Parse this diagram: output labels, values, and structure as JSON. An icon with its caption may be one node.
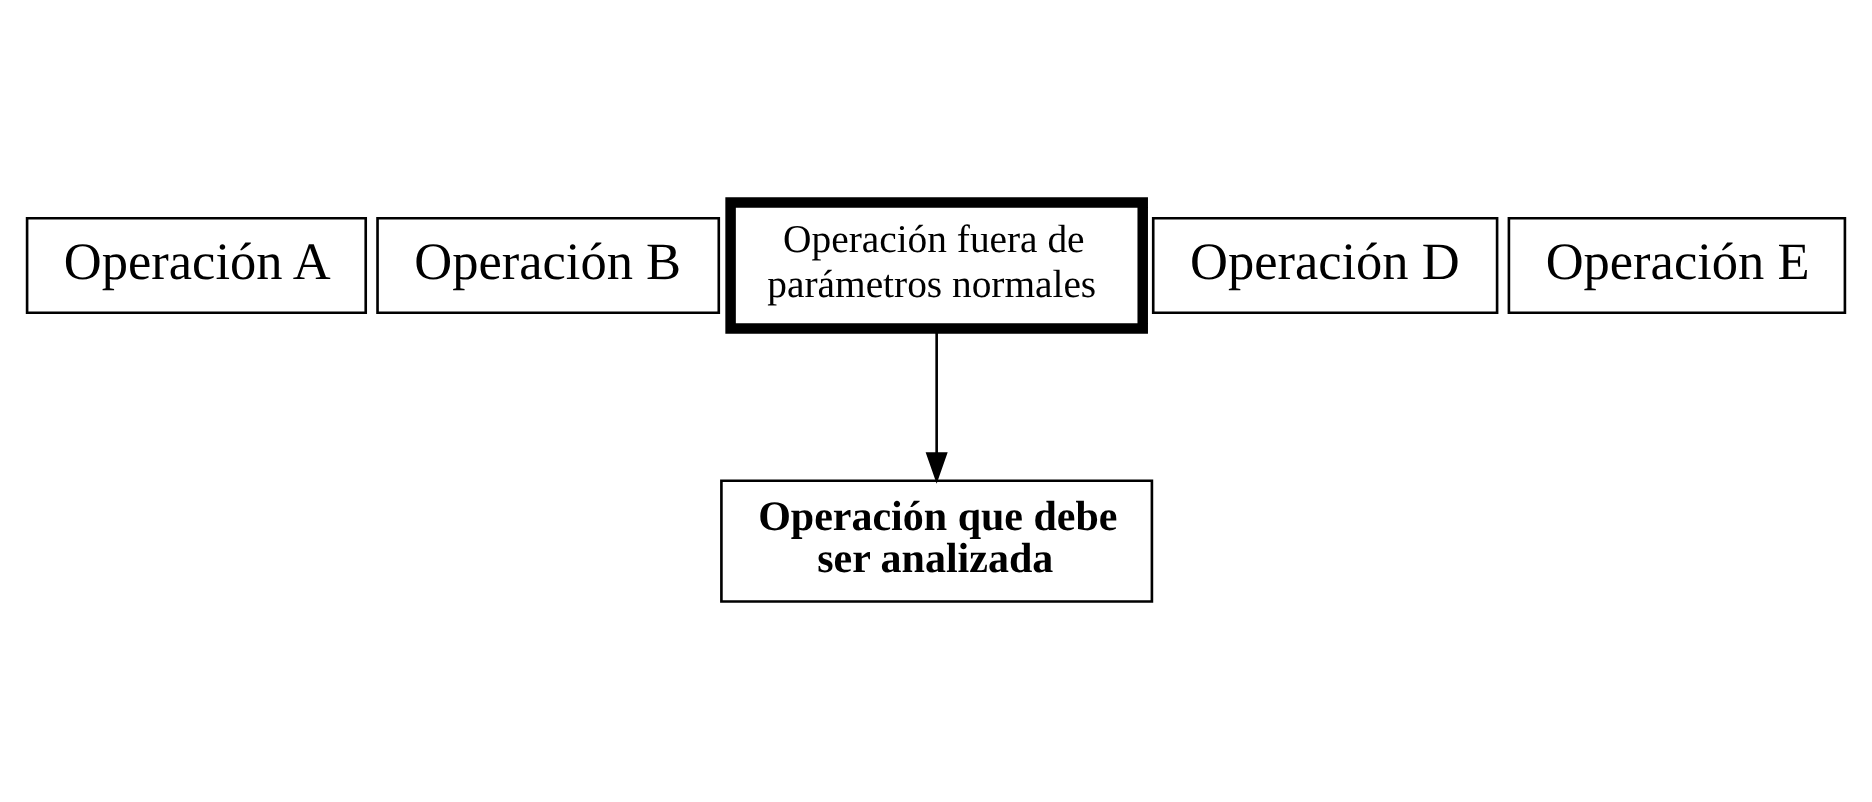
{
  "diagram": {
    "nodes": [
      {
        "text": [
          "Operación A"
        ]
      },
      {
        "text": [
          "Operación B"
        ]
      },
      {
        "text": [
          "Operación fuera de parámetros normales"
        ]
      },
      {
        "text": [
          "Operación D"
        ]
      },
      {
        "text": [
          "Operación E"
        ]
      },
      {
        "text": [
          "Operación que debe ser analizada"
        ]
      }
    ],
    "edges": [
      {
        "from": 2,
        "to": 5,
        "arrow": "to"
      }
    ]
  }
}
